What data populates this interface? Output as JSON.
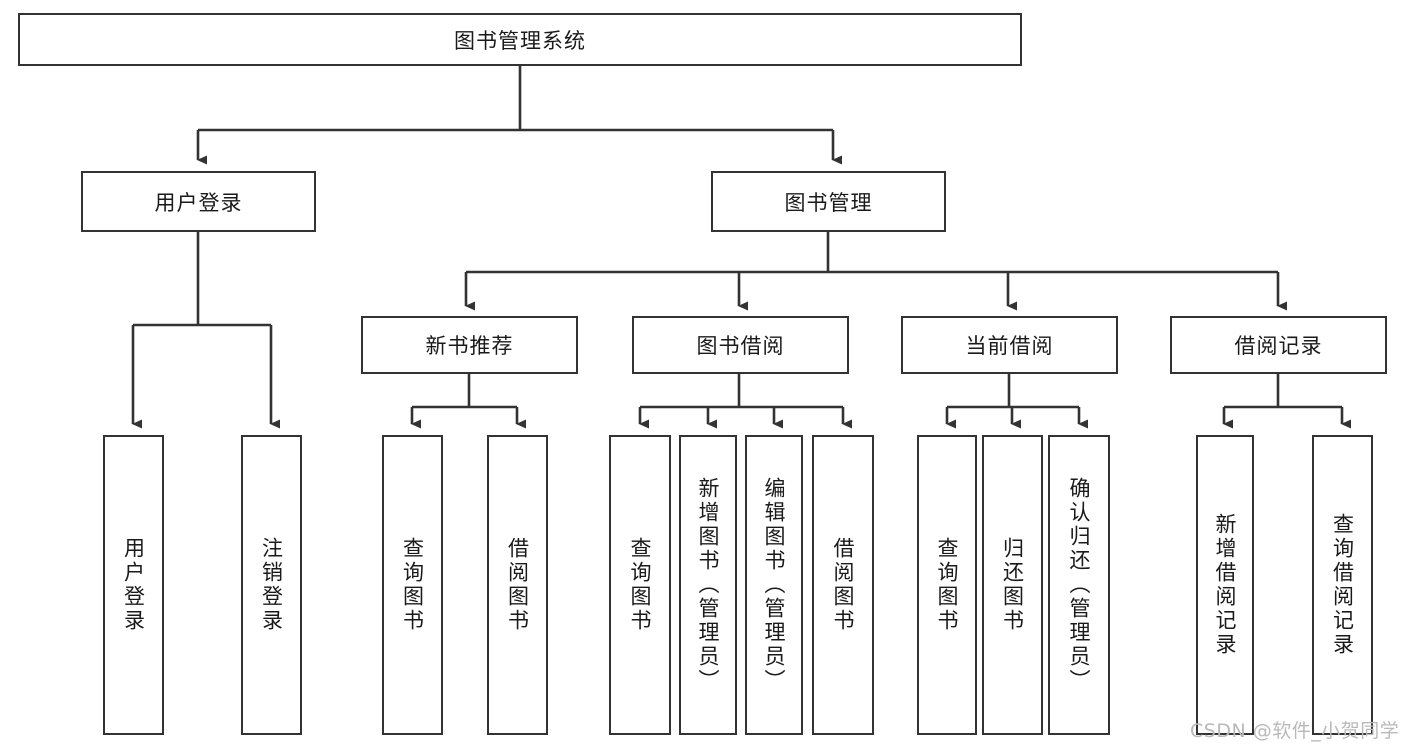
{
  "diagram": {
    "title": "图书管理系统",
    "watermark": "CSDN @软件_小贺同学",
    "colors": {
      "background": "#ffffff",
      "border": "#333333",
      "text": "#1a1a1a",
      "watermark": "#b9b9b9"
    },
    "root": {
      "label": "图书管理系统"
    },
    "level2": [
      {
        "label": "用户登录"
      },
      {
        "label": "图书管理"
      }
    ],
    "level3": [
      {
        "label": "新书推荐"
      },
      {
        "label": "图书借阅"
      },
      {
        "label": "当前借阅"
      },
      {
        "label": "借阅记录"
      }
    ],
    "leaves_user_login": [
      {
        "label": "用户登录"
      },
      {
        "label": "注销登录"
      }
    ],
    "leaves_new_book": [
      {
        "label": "查询图书"
      },
      {
        "label": "借阅图书"
      }
    ],
    "leaves_borrow": [
      {
        "label": "查询图书"
      },
      {
        "label": "新增图书（管理员）"
      },
      {
        "label": "编辑图书（管理员）"
      },
      {
        "label": "借阅图书"
      }
    ],
    "leaves_current": [
      {
        "label": "查询图书"
      },
      {
        "label": "归还图书"
      },
      {
        "label": "确认归还（管理员）"
      }
    ],
    "leaves_records": [
      {
        "label": "新增借阅记录"
      },
      {
        "label": "查询借阅记录"
      }
    ]
  }
}
